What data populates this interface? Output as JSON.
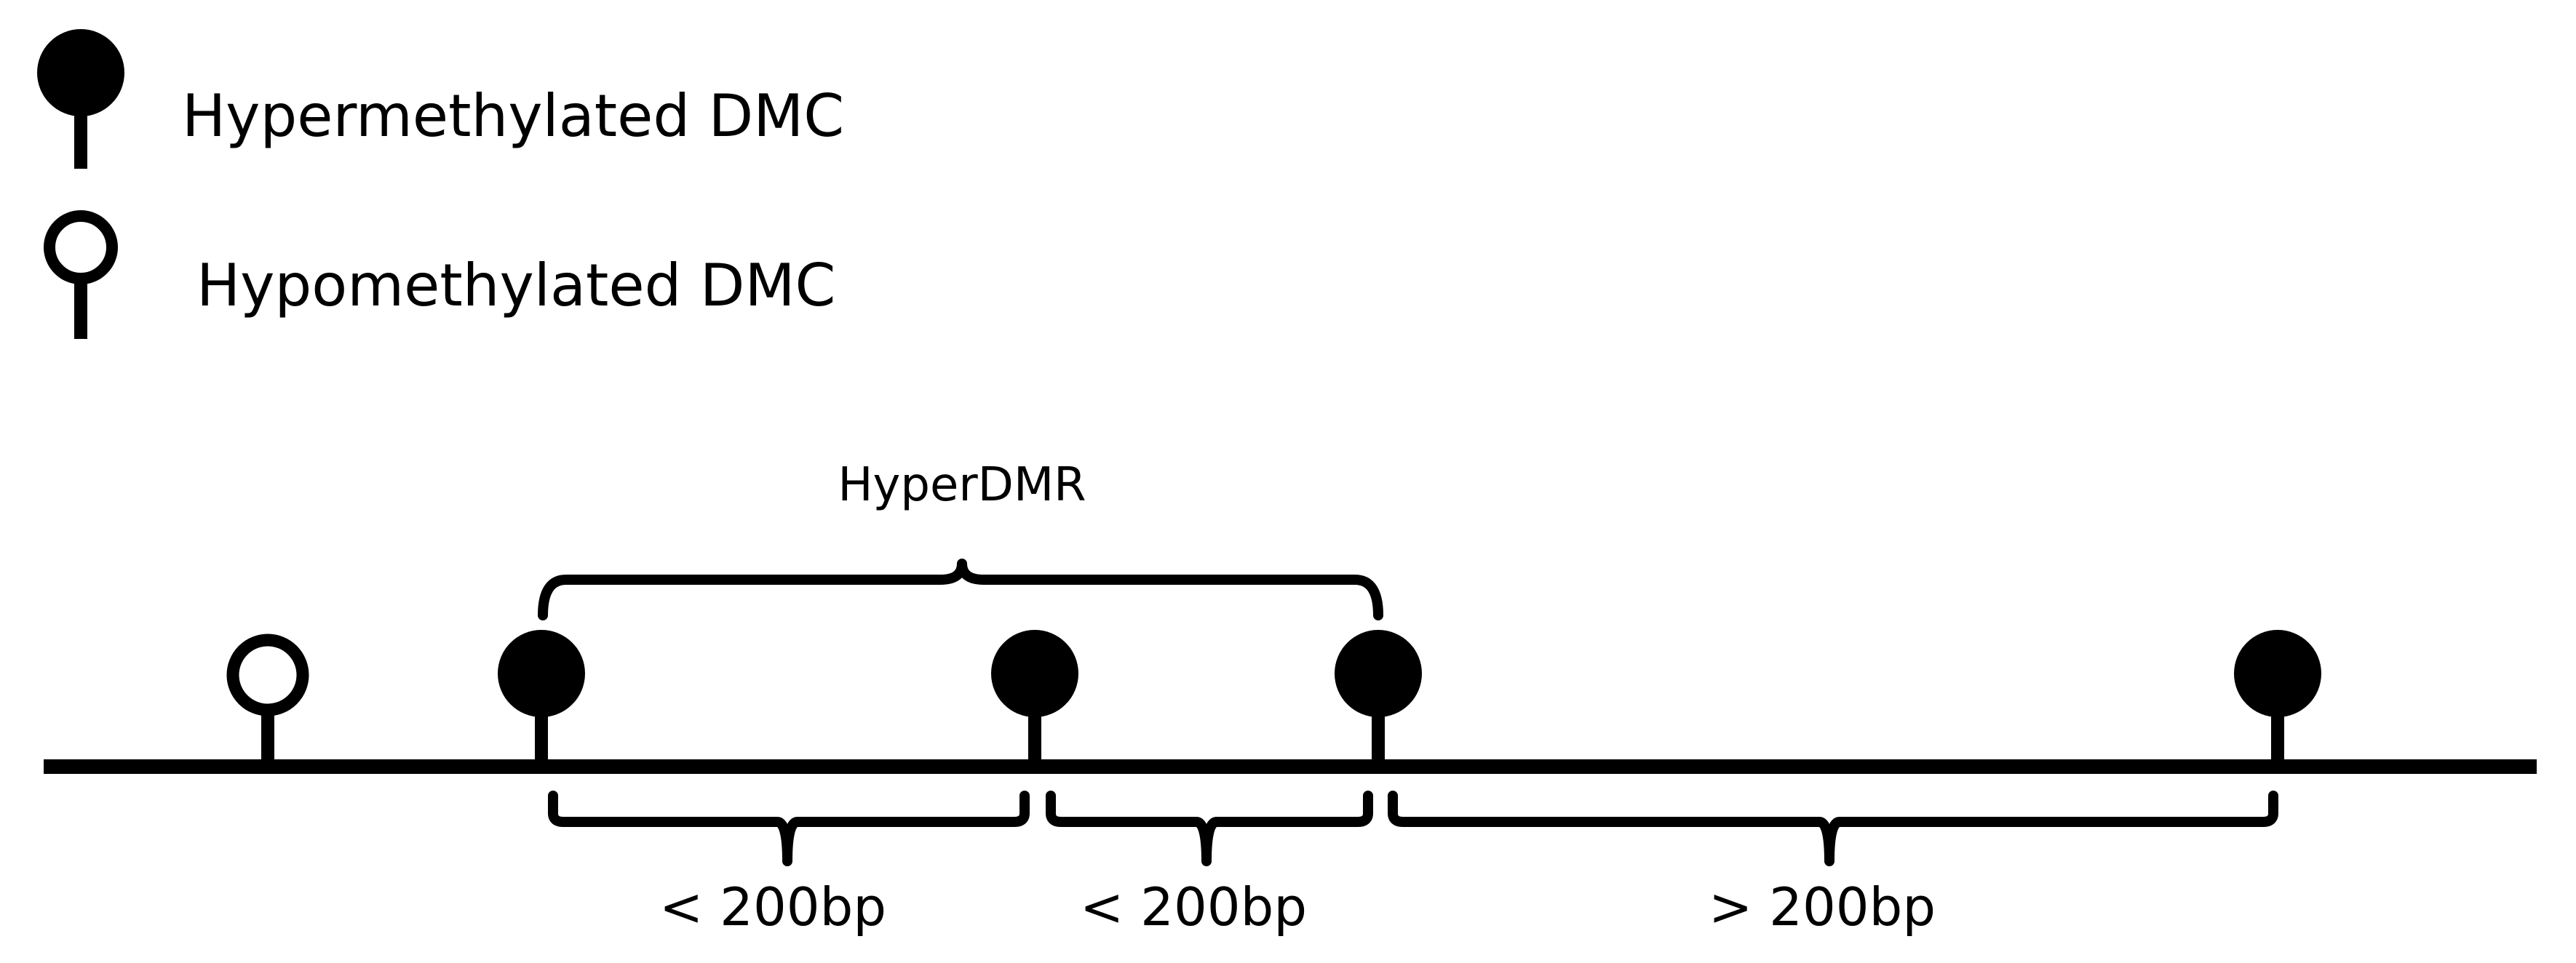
{
  "colors": {
    "ink": "#000000",
    "background": "#ffffff"
  },
  "legend": {
    "hyper": {
      "label": "Hypermethylated DMC",
      "icon": "filled-lollipop-icon"
    },
    "hypo": {
      "label": "Hypomethylated DMC",
      "icon": "open-lollipop-icon"
    }
  },
  "region": {
    "label": "HyperDMR"
  },
  "dmcs": [
    {
      "type": "hypo",
      "icon": "open-lollipop-icon"
    },
    {
      "type": "hyper",
      "icon": "filled-lollipop-icon"
    },
    {
      "type": "hyper",
      "icon": "filled-lollipop-icon"
    },
    {
      "type": "hyper",
      "icon": "filled-lollipop-icon"
    },
    {
      "type": "hyper",
      "icon": "filled-lollipop-icon"
    }
  ],
  "distances": [
    {
      "label": "< 200bp"
    },
    {
      "label": "< 200bp"
    },
    {
      "label": "> 200bp"
    }
  ]
}
